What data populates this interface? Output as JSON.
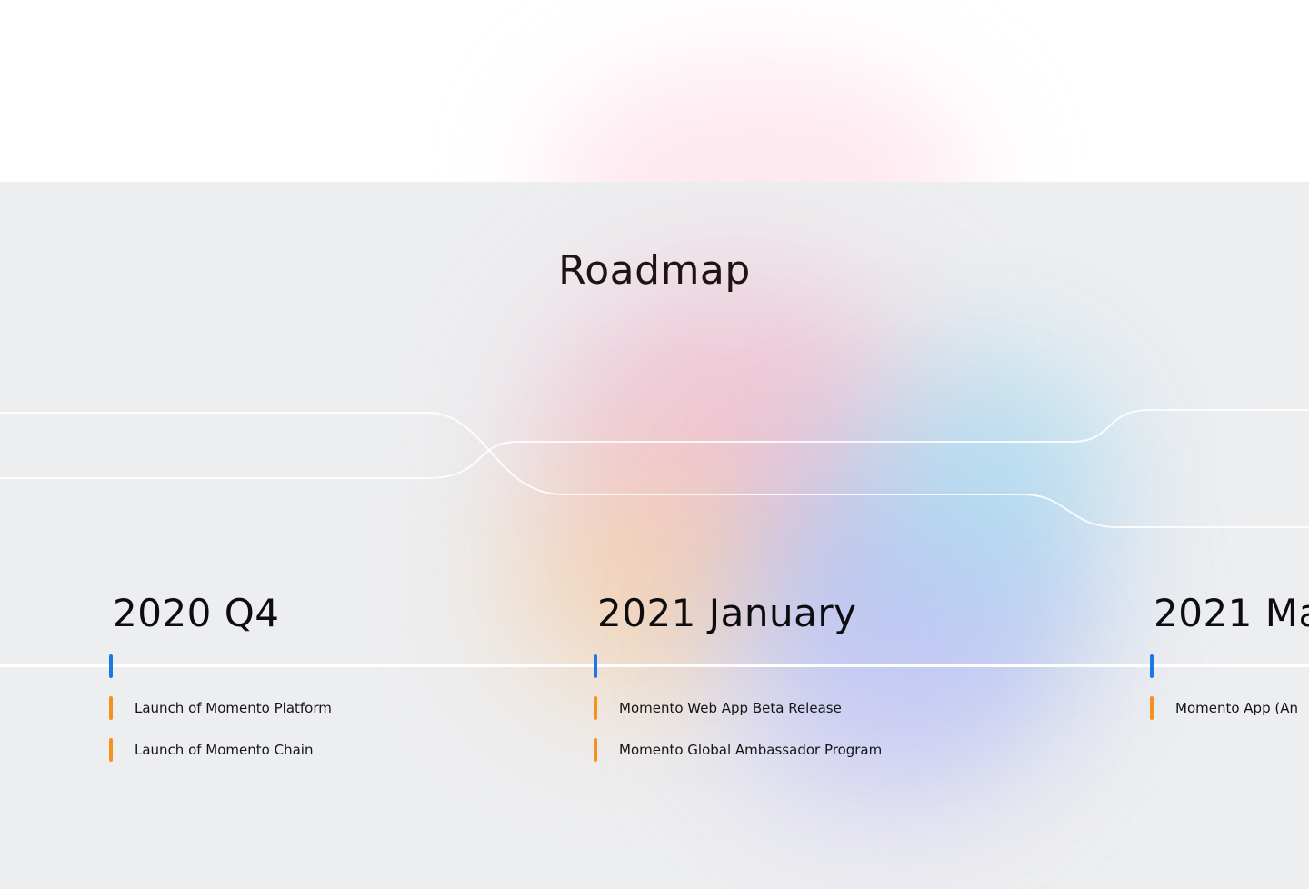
{
  "title": "Roadmap",
  "colors": {
    "section_background": "#edeef0",
    "tick_blue": "#1c78e6",
    "item_orange": "#f3921f",
    "axis": "#ffffff"
  },
  "milestones": [
    {
      "period": "2020 Q4",
      "items": [
        "Launch of Momento Platform",
        "Launch of Momento Chain"
      ]
    },
    {
      "period": "2021 January",
      "items": [
        "Momento Web App Beta Release",
        "Momento Global Ambassador Program"
      ]
    },
    {
      "period": "2021 Ma",
      "items": [
        "Momento App (An"
      ]
    }
  ]
}
